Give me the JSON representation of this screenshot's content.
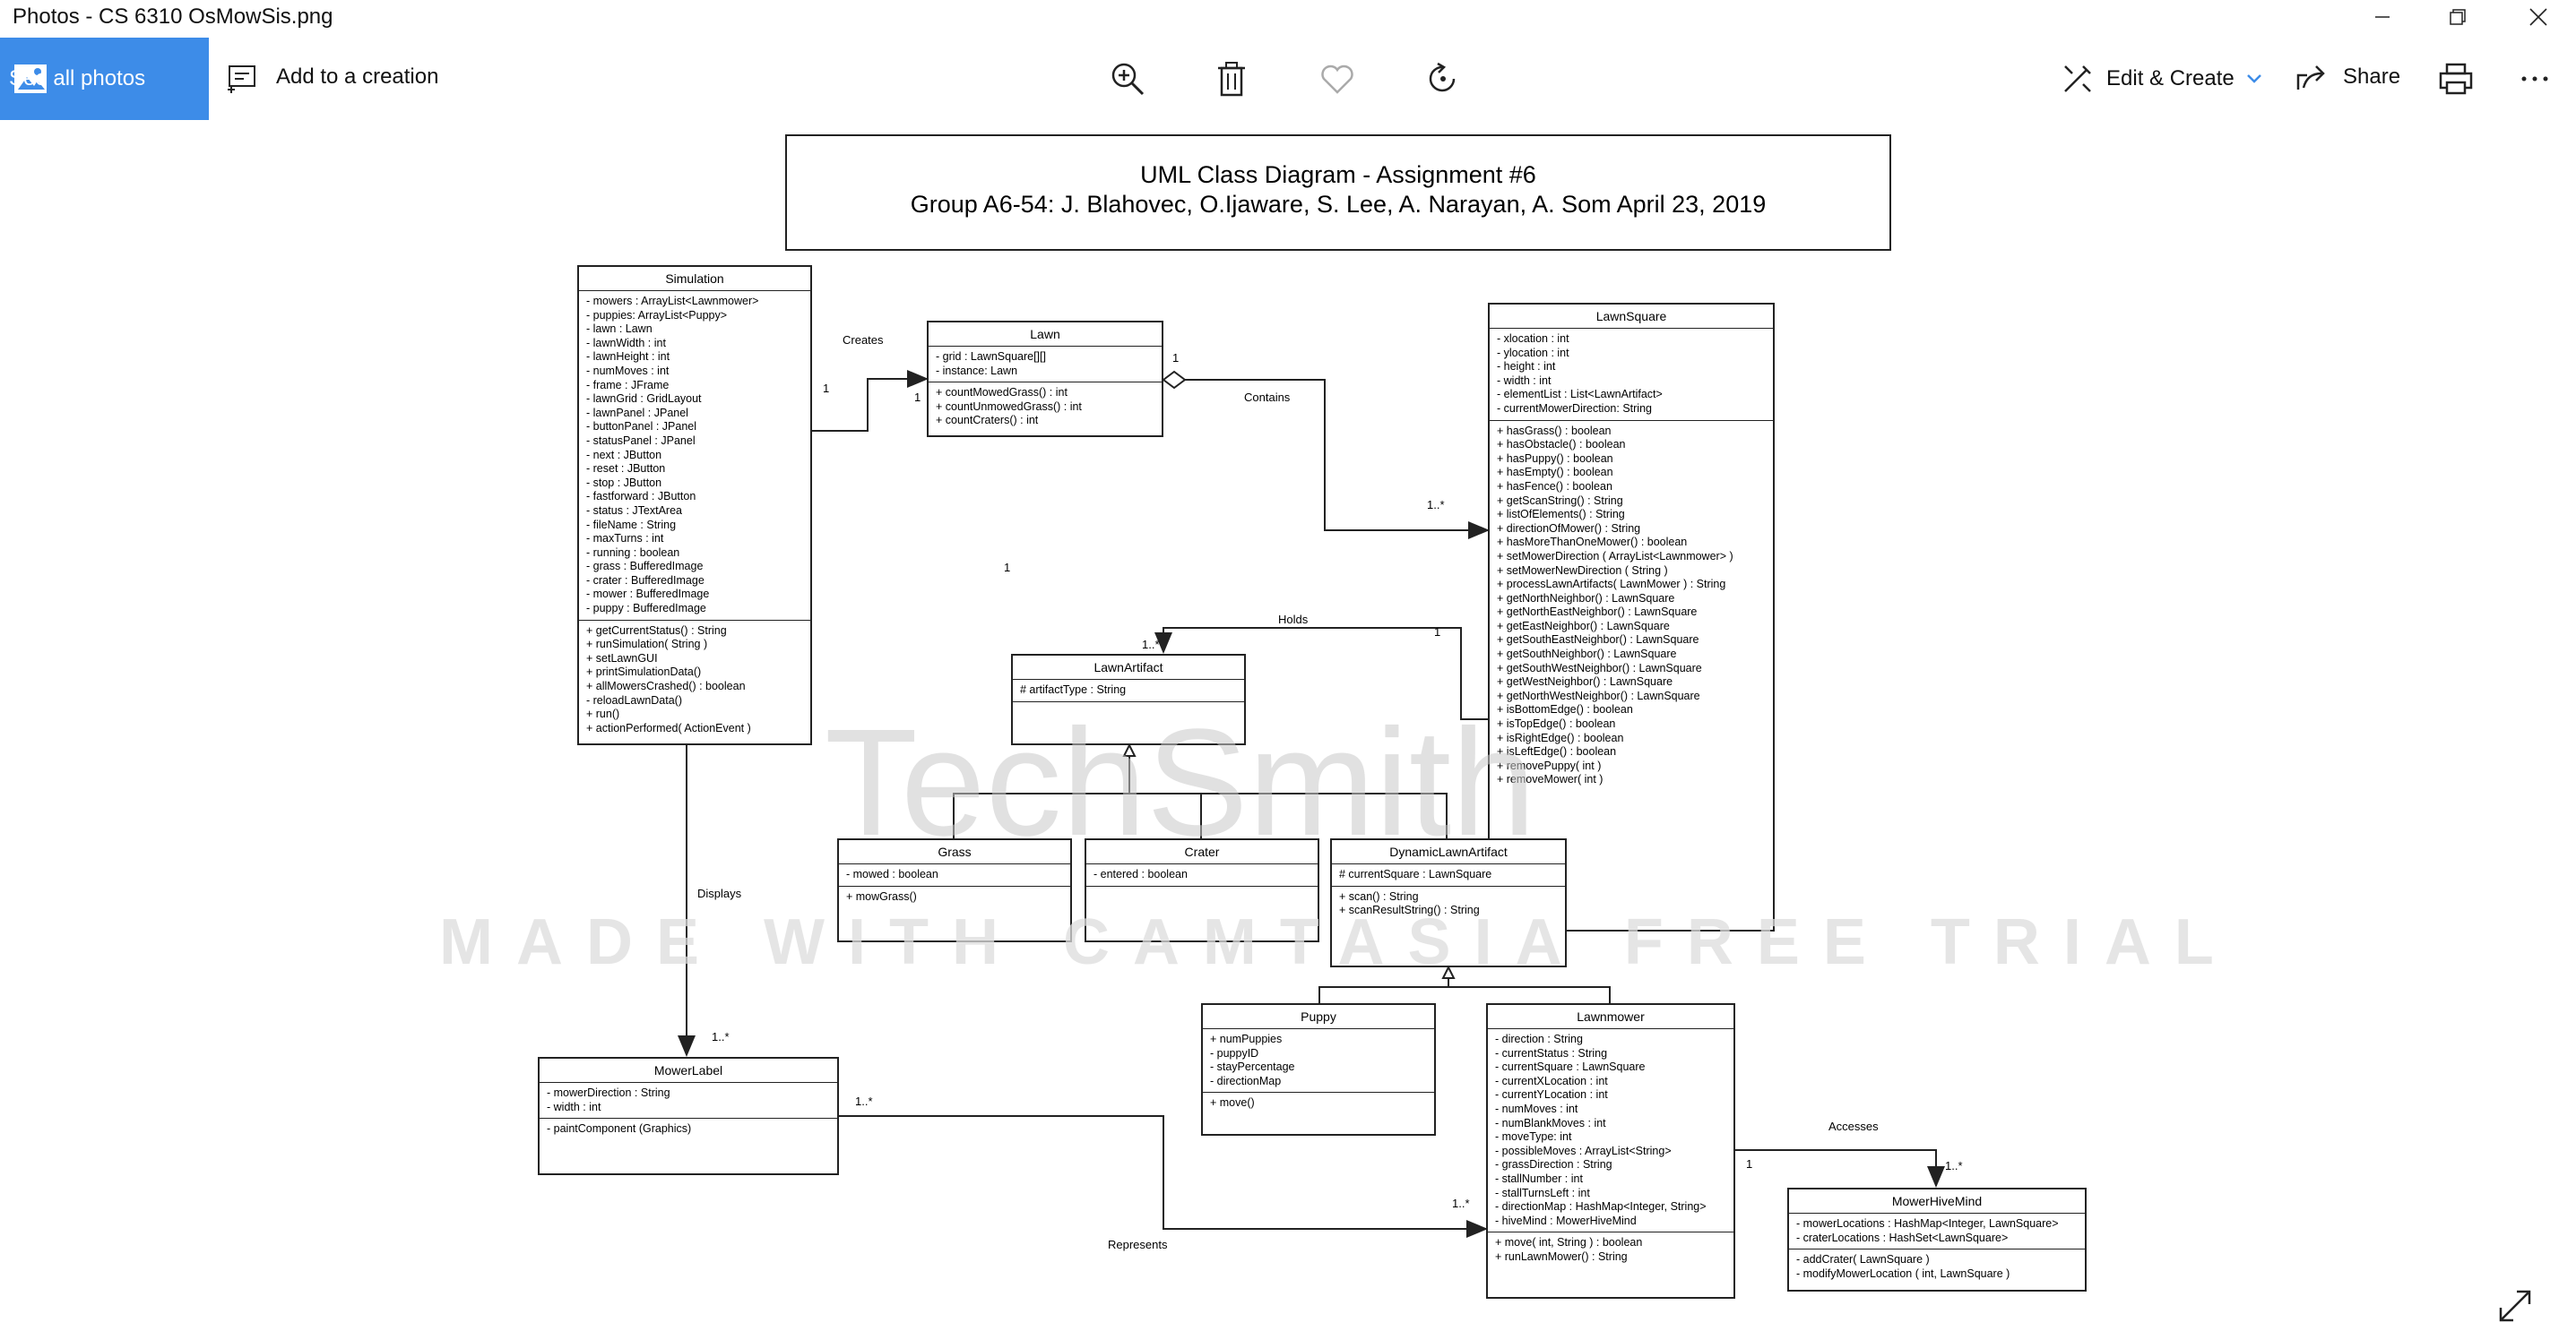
{
  "window": {
    "title": "Photos - CS 6310 OsMowSis.png"
  },
  "toolbar": {
    "see_all": "See all photos",
    "add_creation": "Add to a creation",
    "edit_create": "Edit & Create",
    "share": "Share"
  },
  "icons": [
    "photos-icon",
    "add-creation-icon",
    "zoom-icon",
    "delete-icon",
    "favorite-icon",
    "rotate-icon",
    "edit-create-icon",
    "share-icon",
    "print-icon",
    "more-icon",
    "fullscreen-icon"
  ],
  "diagram": {
    "title_line1": "UML Class Diagram - Assignment #6",
    "title_line2": "Group A6-54: J. Blahovec, O.Ijaware, S. Lee, A. Narayan, A. Som April 23, 2019",
    "watermark": "MADE WITH CAMTASIA FREE TRIAL",
    "watermark_logo": "TechSmith",
    "classes": {
      "simulation": {
        "name": "Simulation",
        "attributes": [
          "- mowers : ArrayList<Lawnmower>",
          "- puppies: ArrayList<Puppy>",
          "- lawn : Lawn",
          "- lawnWidth : int",
          "- lawnHeight : int",
          "- numMoves : int",
          "- frame : JFrame",
          "- lawnGrid : GridLayout",
          "- lawnPanel : JPanel",
          "- buttonPanel : JPanel",
          "- statusPanel : JPanel",
          "- next : JButton",
          "- reset : JButton",
          "- stop : JButton",
          "- fastforward : JButton",
          "- status : JTextArea",
          "- fileName : String",
          "- maxTurns : int",
          "- running : boolean",
          "- grass : BufferedImage",
          "- crater : BufferedImage",
          "- mower : BufferedImage",
          "- puppy : BufferedImage"
        ],
        "methods": [
          "+ getCurrentStatus() : String",
          "+ runSimulation( String )",
          "+ setLawnGUI",
          "+ printSimulationData()",
          "+ allMowersCrashed() : boolean",
          "- reloadLawnData()",
          "+ run()",
          "+ actionPerformed( ActionEvent )"
        ]
      },
      "lawn": {
        "name": "Lawn",
        "attributes": [
          "- grid : LawnSquare[][]",
          "- instance: Lawn"
        ],
        "methods": [
          "+ countMowedGrass() : int",
          "+ countUnmowedGrass() : int",
          "+ countCraters() : int"
        ]
      },
      "lawnsquare": {
        "name": "LawnSquare",
        "attributes": [
          "- xlocation : int",
          "- ylocation : int",
          "- height : int",
          "- width : int",
          "- elementList : List<LawnArtifact>",
          "- currentMowerDirection: String"
        ],
        "methods": [
          "+ hasGrass() : boolean",
          "+ hasObstacle() : boolean",
          "+ hasPuppy() : boolean",
          "+ hasEmpty() : boolean",
          "+ hasFence() : boolean",
          "+ getScanString() : String",
          "+ listOfElements() : String",
          "+ directionOfMower() : String",
          "+ hasMoreThanOneMower() : boolean",
          "+ setMowerDirection ( ArrayList<Lawnmower> )",
          "+ setMowerNewDirection ( String )",
          "+ processLawnArtifacts( LawnMower ) : String",
          "+ getNorthNeighbor() : LawnSquare",
          "+ getNorthEastNeighbor() : LawnSquare",
          "+ getEastNeighbor() : LawnSquare",
          "+ getSouthEastNeighbor() : LawnSquare",
          "+ getSouthNeighbor() : LawnSquare",
          "+ getSouthWestNeighbor() : LawnSquare",
          "+ getWestNeighbor() : LawnSquare",
          "+ getNorthWestNeighbor() : LawnSquare",
          "+ isBottomEdge() : boolean",
          "+ isTopEdge() : boolean",
          "+ isRightEdge() : boolean",
          "+ isLeftEdge() : boolean",
          "+ removePuppy( int )",
          "+ removeMower( int )"
        ]
      },
      "lawnartifact": {
        "name": "LawnArtifact",
        "attributes": [
          "# artifactType : String"
        ],
        "methods": []
      },
      "grass": {
        "name": "Grass",
        "attributes": [
          "- mowed : boolean"
        ],
        "methods": [
          "+ mowGrass()"
        ]
      },
      "crater": {
        "name": "Crater",
        "attributes": [
          "- entered : boolean"
        ],
        "methods": []
      },
      "dynamic": {
        "name": "DynamicLawnArtifact",
        "attributes": [
          "# currentSquare : LawnSquare"
        ],
        "methods": [
          "+ scan() : String",
          "+ scanResultString() : String"
        ]
      },
      "puppy": {
        "name": "Puppy",
        "attributes": [
          "+ numPuppies",
          "- puppyID",
          "- stayPercentage",
          "- directionMap"
        ],
        "methods": [
          "+ move()"
        ]
      },
      "lawnmower": {
        "name": "Lawnmower",
        "attributes": [
          "- direction : String",
          "- currentStatus : String",
          "- currentSquare : LawnSquare",
          "- currentXLocation : int",
          "- currentYLocation : int",
          "- numMoves : int",
          "- numBlankMoves : int",
          "- moveType: int",
          "- possibleMoves : ArrayList<String>",
          "- grassDirection : String",
          "- stallNumber : int",
          "- stallTurnsLeft : int",
          "- directionMap : HashMap<Integer, String>",
          "- hiveMind : MowerHiveMind"
        ],
        "methods": [
          "+ move( int, String ) : boolean",
          "+ runLawnMower() : String"
        ]
      },
      "mowerlabel": {
        "name": "MowerLabel",
        "attributes": [
          "- mowerDirection : String",
          "- width : int"
        ],
        "methods": [
          "- paintComponent (Graphics)"
        ]
      },
      "hivemind": {
        "name": "MowerHiveMind",
        "attributes": [
          "- mowerLocations : HashMap<Integer, LawnSquare>",
          "- craterLocations : HashSet<LawnSquare>"
        ],
        "methods": [
          "- addCrater( LawnSquare )",
          "- modifyMowerLocation ( int, LawnSquare )"
        ]
      }
    },
    "relations": {
      "creates": "Creates",
      "contains": "Contains",
      "holds": "Holds",
      "displays": "Displays",
      "represents": "Represents",
      "accesses": "Accesses",
      "m_one": "1",
      "m_many": "1..*"
    }
  }
}
